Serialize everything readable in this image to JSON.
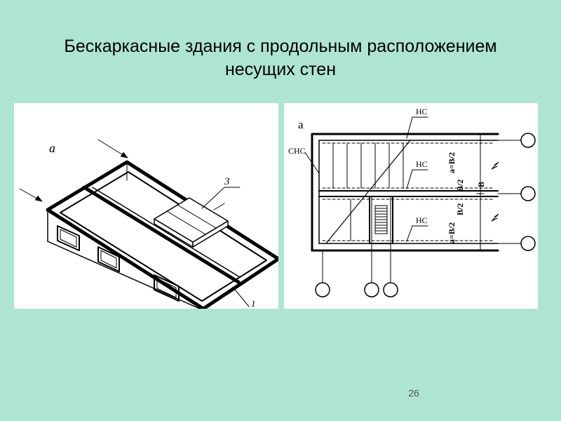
{
  "slide": {
    "title_line1": "Бескаркасные здания с продольным расположением",
    "title_line2": "несущих стен",
    "page_number": "26"
  },
  "figure_left": {
    "label_a": "а",
    "label_3": "3",
    "label_1": "1"
  },
  "figure_right": {
    "label_a": "а",
    "label_snc": "СНС",
    "label_nc_top": "НС",
    "label_nc_mid": "НС",
    "label_nc_bot": "НС",
    "dim_a_top": "a=B/2",
    "dim_b2_top": "B/2",
    "dim_b": "B",
    "dim_b2_bot": "B/2",
    "dim_a_bot": "a=B/2"
  },
  "colors": {
    "background": "#ade5d0",
    "panel": "#ffffff",
    "line": "#000000"
  }
}
